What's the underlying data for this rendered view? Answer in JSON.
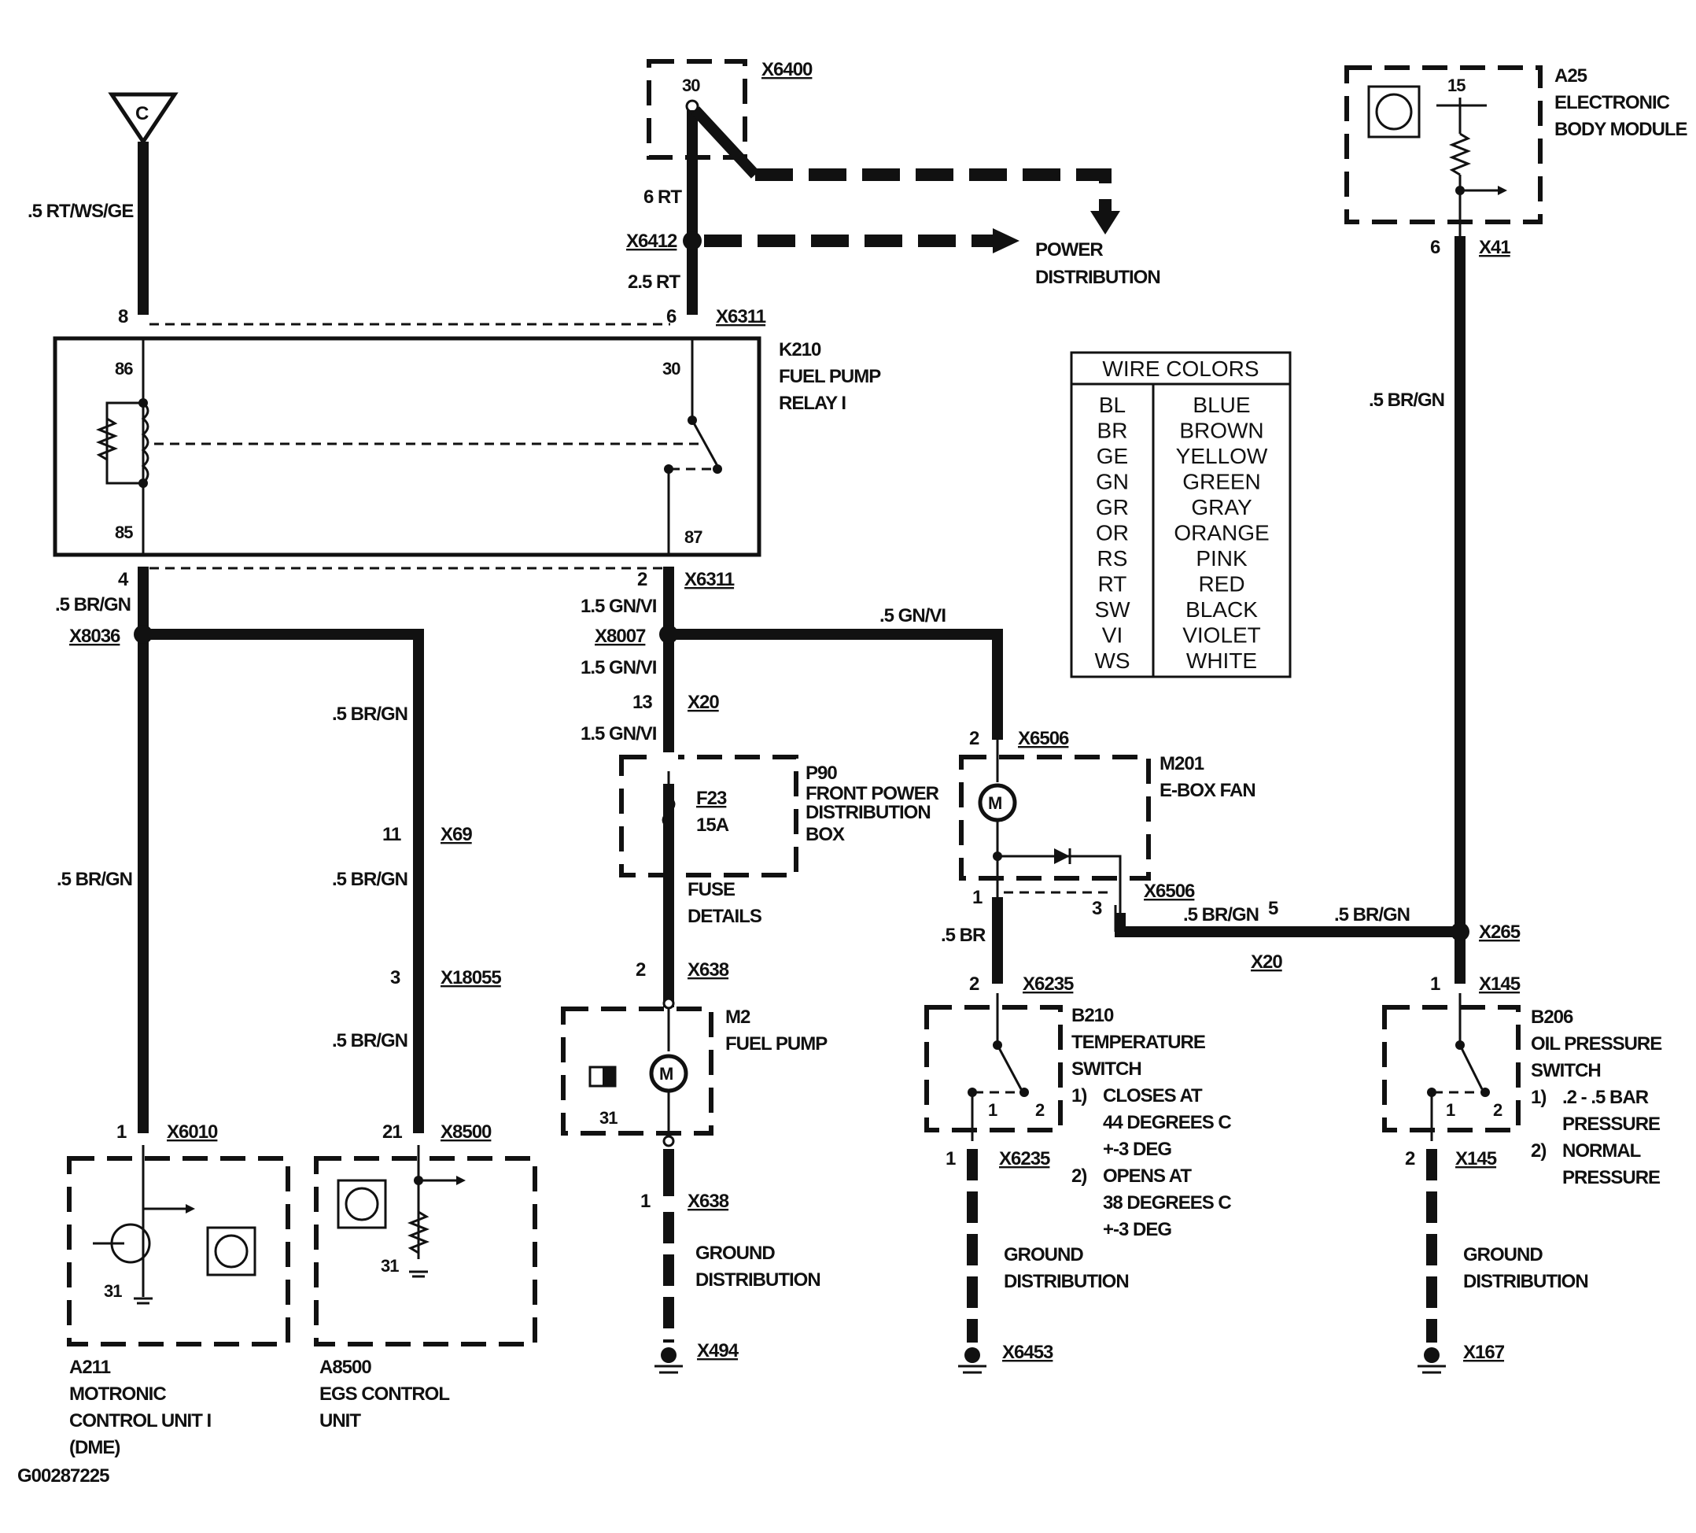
{
  "figure_id": "G00287225",
  "components": {
    "c_terminal": "C",
    "x6400": "X6400",
    "x6400_pin": "30",
    "a25": {
      "ref": "A25",
      "line1": "ELECTRONIC",
      "line2": "BODY MODULE",
      "pin": "15"
    },
    "power_distribution": {
      "line1": "POWER",
      "line2": "DISTRIBUTION"
    },
    "k210": {
      "ref": "K210",
      "line1": "FUEL PUMP",
      "line2": "RELAY I",
      "pin86": "86",
      "pin85": "85",
      "pin30": "30",
      "pin87": "87"
    },
    "p90": {
      "ref": "P90",
      "line1": "FRONT POWER",
      "line2": "DISTRIBUTION",
      "line3": "BOX",
      "fuse": "F23",
      "amps": "15A"
    },
    "fuse_details": {
      "line1": "FUSE",
      "line2": "DETAILS"
    },
    "m201": {
      "ref": "M201",
      "line1": "E-BOX FAN"
    },
    "m2": {
      "ref": "M2",
      "line1": "FUEL PUMP",
      "pin31": "31"
    },
    "b210": {
      "ref": "B210",
      "line1": "TEMPERATURE",
      "line2": "SWITCH",
      "n1": "1)",
      "note1a": "CLOSES AT",
      "note1b": "44 DEGREES C",
      "note1c": "+-3 DEG",
      "n2": "2)",
      "note2a": "OPENS AT",
      "note2b": "38 DEGREES C",
      "note2c": "+-3 DEG",
      "p1": "1",
      "p2": "2"
    },
    "b206": {
      "ref": "B206",
      "line1": "OIL PRESSURE",
      "line2": "SWITCH",
      "n1": "1)",
      "note1a": ".2 - .5 BAR",
      "note1b": "PRESSURE",
      "n2": "2)",
      "note2a": "NORMAL",
      "note2b": "PRESSURE",
      "p1": "1",
      "p2": "2"
    },
    "a211": {
      "ref": "A211",
      "line1": "MOTRONIC",
      "line2": "CONTROL UNIT I",
      "line3": "(DME)",
      "pin31": "31"
    },
    "a8500": {
      "ref": "A8500",
      "line1": "EGS CONTROL",
      "line2": "UNIT",
      "pin31": "31"
    },
    "ground": {
      "line1": "GROUND",
      "line2": "DISTRIBUTION"
    }
  },
  "connectors": {
    "x6412": "X6412",
    "x6311a": "X6311",
    "x6311b": "X6311",
    "x41": "X41",
    "x8036": "X8036",
    "x8007": "X8007",
    "x20a": "X20",
    "x69": "X69",
    "x18055": "X18055",
    "x6506a": "X6506",
    "x6506b": "X6506",
    "x20b": "X20",
    "x265": "X265",
    "x638a": "X638",
    "x638b": "X638",
    "x6235a": "X6235",
    "x6235b": "X6235",
    "x145a": "X145",
    "x145b": "X145",
    "x6010": "X6010",
    "x8500": "X8500",
    "x494": "X494",
    "x6453": "X6453",
    "x167": "X167"
  },
  "pins": {
    "p8": "8",
    "p6a": "6",
    "p6b": "6",
    "p4": "4",
    "p2a": "2",
    "p13": "13",
    "p11": "11",
    "p3a": "3",
    "p2b": "2",
    "p1a": "1",
    "p3b": "3",
    "p5": "5",
    "p2c": "2",
    "p2d": "2",
    "p1b": "1",
    "p1c": "1",
    "p1d": "1",
    "p1e": "1",
    "p21": "21",
    "p1f": "1",
    "p2e": "2"
  },
  "wires": {
    "w1": ".5 RT/WS/GE",
    "w2": "6 RT",
    "w3": "2.5 RT",
    "w4": ".5 BR/GN",
    "w5": ".5 BR/GN",
    "w6": "1.5 GN/VI",
    "w7": ".5 GN/VI",
    "w8": "1.5 GN/VI",
    "w9": "1.5 GN/VI",
    "w10": ".5 BR/GN",
    "w11": ".5 BR/GN",
    "w12": ".5 BR/GN",
    "w13": ".5 BR/GN",
    "w14": ".5 BR",
    "w15": ".5 BR/GN",
    "w16": ".5 BR/GN"
  },
  "legend": {
    "title": "WIRE COLORS",
    "rows": [
      {
        "code": "BL",
        "name": "BLUE"
      },
      {
        "code": "BR",
        "name": "BROWN"
      },
      {
        "code": "GE",
        "name": "YELLOW"
      },
      {
        "code": "GN",
        "name": "GREEN"
      },
      {
        "code": "GR",
        "name": "GRAY"
      },
      {
        "code": "OR",
        "name": "ORANGE"
      },
      {
        "code": "RS",
        "name": "PINK"
      },
      {
        "code": "RT",
        "name": "RED"
      },
      {
        "code": "SW",
        "name": "BLACK"
      },
      {
        "code": "VI",
        "name": "VIOLET"
      },
      {
        "code": "WS",
        "name": "WHITE"
      }
    ]
  }
}
